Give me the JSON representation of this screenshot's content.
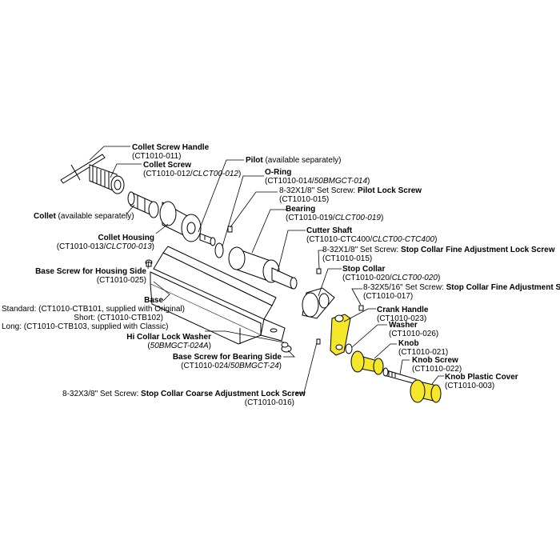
{
  "labels": {
    "collet_screw_handle": {
      "name": "Collet Screw Handle",
      "part": "(CT1010-011)"
    },
    "collet_screw": {
      "name": "Collet Screw",
      "part_a": "(CT1010-012/",
      "part_b": "CLCT00-012",
      "part_c": ")"
    },
    "pilot": {
      "name": "Pilot",
      "note": " (available separately)"
    },
    "o_ring": {
      "name": "O-Ring",
      "part_a": "(CT1010-014/",
      "part_b": "50BMGCT-014",
      "part_c": ")"
    },
    "pilot_lock_screw": {
      "prefix": "8-32X1/8\" Set Screw: ",
      "name": "Pilot Lock Screw",
      "part": "(CT1010-015)"
    },
    "collet": {
      "name": "Collet",
      "note": " (available separately)"
    },
    "bearing": {
      "name": "Bearing",
      "part_a": "(CT1010-019/",
      "part_b": "CLCT00-019",
      "part_c": ")"
    },
    "collet_housing": {
      "name": "Collet Housing",
      "part_a": "(CT1010-013/",
      "part_b": "CLCT00-013",
      "part_c": ")"
    },
    "cutter_shaft": {
      "name": "Cutter Shaft",
      "part_a": "(CT1010-CTC400/",
      "part_b": "CLCT00-CTC400",
      "part_c": ")"
    },
    "fine_adj_lock_screw": {
      "prefix": "8-32X1/8\" Set Screw: ",
      "name": "Stop Collar Fine Adjustment Lock Screw",
      "part": "(CT1010-015)"
    },
    "base_screw_housing": {
      "name": "Base Screw for Housing Side",
      "part": "(CT1010-025)"
    },
    "stop_collar": {
      "name": "Stop Collar",
      "part_a": "(CT1010-020/",
      "part_b": "CLCT00-020",
      "part_c": ")"
    },
    "fine_adj_screw": {
      "prefix": "8-32X5/16\" Set Screw: ",
      "name": "Stop Collar Fine Adjustment Screw",
      "part": "(CT1010-017)"
    },
    "base": {
      "name": "Base",
      "standard": "Standard: (CT1010-CTB101, supplied with Original)",
      "short": "Short: (CT1010-CTB102)",
      "long": "Long: (CT1010-CTB103, supplied with Classic)"
    },
    "crank_handle": {
      "name": "Crank Handle",
      "part": "(CT1010-023)"
    },
    "washer": {
      "name": "Washer",
      "part": "(CT1010-026)"
    },
    "hi_collar_lock_washer": {
      "name": "Hi Collar Lock Washer",
      "part_a": "(",
      "part_b": "50BMGCT-024A",
      "part_c": ")"
    },
    "knob": {
      "name": "Knob",
      "part": "(CT1010-021)"
    },
    "knob_screw": {
      "name": "Knob Screw",
      "part": "(CT1010-022)"
    },
    "base_screw_bearing": {
      "name": "Base Screw for Bearing Side",
      "part_a": "(CT1010-024/",
      "part_b": "50BMGCT-24",
      "part_c": ")"
    },
    "knob_plastic_cover": {
      "name": "Knob Plastic Cover",
      "part": "(CT1010-003)"
    },
    "coarse_adj_lock_screw": {
      "prefix": "8-32X3/8\" Set Screw: ",
      "name": "Stop Collar Coarse Adjustment Lock Screw",
      "part": "(CT1010-016)"
    }
  },
  "colors": {
    "line": "#000000",
    "highlight": "#f5e72a",
    "highlight_shadow": "#c9b800"
  }
}
